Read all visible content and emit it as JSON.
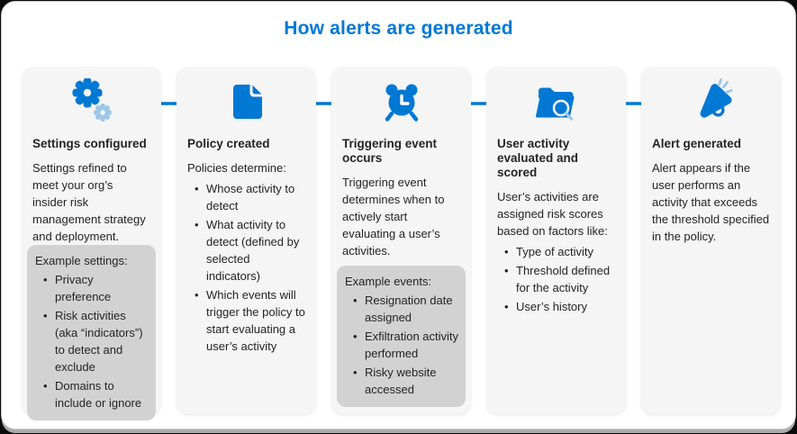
{
  "title": "How alerts are generated",
  "colors": {
    "accent": "#0078D4",
    "accent_light": "#9CC7E9",
    "card_bg": "#F5F5F5",
    "example_box_bg": "#D2D2D2",
    "text": "#242424",
    "frame_bg": "#FFFFFF",
    "frame_shadow": "#ABABAB"
  },
  "steps": [
    {
      "icon": "gears-icon",
      "heading": "Settings configured",
      "body": "Settings refined to meet your org’s insider risk management strategy and deployment.",
      "example": {
        "label": "Example settings:",
        "items": [
          "Privacy preference",
          "Risk activities (aka “indicators”) to detect and exclude",
          "Domains to include or ignore"
        ]
      }
    },
    {
      "icon": "document-icon",
      "heading": "Policy created",
      "body": "Policies determine:",
      "bullets": [
        "Whose activity to detect",
        "What activity to detect (defined by selected indicators)",
        "Which events will trigger the policy to start evaluating a user’s activity"
      ]
    },
    {
      "icon": "alarm-clock-icon",
      "heading": "Triggering event occurs",
      "body": "Triggering event determines when to actively start evaluating a user’s activities.",
      "example": {
        "label": "Example events:",
        "items": [
          "Resignation date assigned",
          "Exfiltration activity performed",
          "Risky website accessed"
        ]
      }
    },
    {
      "icon": "folder-search-icon",
      "heading": "User activity evaluated and scored",
      "body": "User’s activities are assigned risk scores based on factors like:",
      "bullets": [
        "Type of activity",
        "Threshold defined for the activity",
        "User’s history"
      ]
    },
    {
      "icon": "megaphone-icon",
      "heading": "Alert generated",
      "body": "Alert appears if the user performs an activity that exceeds the threshold specified in the policy."
    }
  ]
}
